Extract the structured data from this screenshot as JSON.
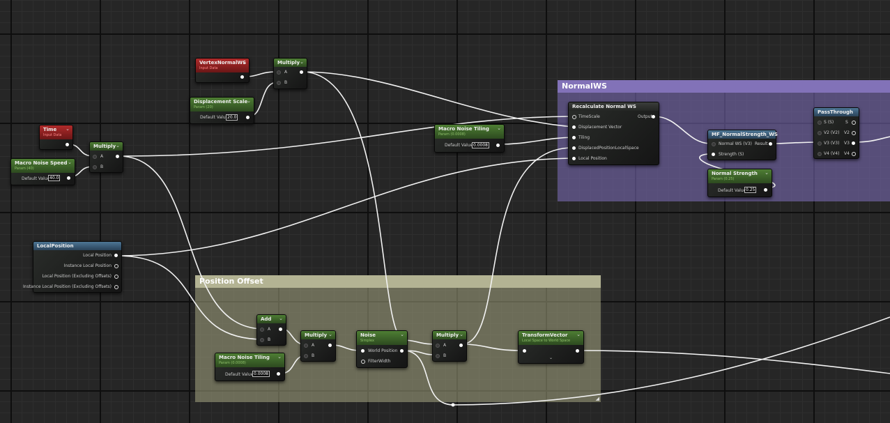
{
  "comments": {
    "normal_ws": "NormalWS",
    "position_offset": "Position Offset"
  },
  "nodes": {
    "vertex_normal": {
      "title": "VertexNormalWS",
      "subtitle": "Input Data"
    },
    "multiply1": {
      "title": "Multiply",
      "pin_a": "A",
      "pin_b": "B"
    },
    "displacement_scale": {
      "title": "Displacement Scale",
      "subtitle": "Param (20)",
      "default_label": "Default Value",
      "value": "20.0"
    },
    "time": {
      "title": "Time",
      "subtitle": "Input Data"
    },
    "macro_noise_speed": {
      "title": "Macro Noise Speed",
      "subtitle": "Param (40)",
      "default_label": "Default Value",
      "value": "40.0"
    },
    "multiply2": {
      "title": "Multiply",
      "pin_a": "A",
      "pin_b": "B"
    },
    "macro_noise_tiling_top": {
      "title": "Macro Noise Tiling",
      "subtitle": "Param (0.0008)",
      "default_label": "Default Value",
      "value": "0.0008"
    },
    "recalc": {
      "title": "Recalculate Normal WS",
      "pins": [
        "TimeScale",
        "Displacement Vector",
        "Tiling",
        "DisplacedPositionLocalSpace",
        "Local Position"
      ],
      "output": "Output"
    },
    "mf_normal": {
      "title": "MF_NormalStrength_WS",
      "pin1": "Normal WS (V3)",
      "pin2": "Strength (S)",
      "output": "Result"
    },
    "normal_strength": {
      "title": "Normal Strength",
      "subtitle": "Param (0.25)",
      "default_label": "Default Value",
      "value": "0.25"
    },
    "passthrough": {
      "title": "PassThrough",
      "in": [
        "S (S)",
        "V2 (V2)",
        "V3 (V3)",
        "V4 (V4)"
      ],
      "out": [
        "S",
        "V2",
        "V3",
        "V4"
      ]
    },
    "local_position": {
      "title": "LocalPosition",
      "outputs": [
        "Local Position",
        "Instance Local Position",
        "Local Position (Excluding Offsets)",
        "Instance Local Position (Excluding Offsets)"
      ]
    },
    "add": {
      "title": "Add",
      "pin_a": "A",
      "pin_b": "B"
    },
    "multiply3": {
      "title": "Multiply",
      "pin_a": "A",
      "pin_b": "B"
    },
    "macro_noise_tiling_bottom": {
      "title": "Macro Noise Tiling",
      "subtitle": "Param (0.0008)",
      "default_label": "Default Value",
      "value": "0.0008"
    },
    "noise": {
      "title": "Noise",
      "subtitle": "Simplex",
      "pin1": "World Position",
      "pin2": "FilterWidth"
    },
    "multiply4": {
      "title": "Multiply",
      "pin_a": "A",
      "pin_b": "B"
    },
    "transform": {
      "title": "TransformVector",
      "subtitle": "Local Space to World Space"
    }
  },
  "colors": {
    "param_header": "#4e7e34",
    "input_header": "#b02b2b",
    "function_header": "#4d7695",
    "comment_normal": "#8272b8",
    "comment_position": "#b3b393",
    "wire": "#ffffff"
  },
  "icons": [
    "chevron-down-icon",
    "output-pin-icon",
    "input-pin-icon",
    "exec-arrow-icon",
    "resize-grip-icon"
  ]
}
